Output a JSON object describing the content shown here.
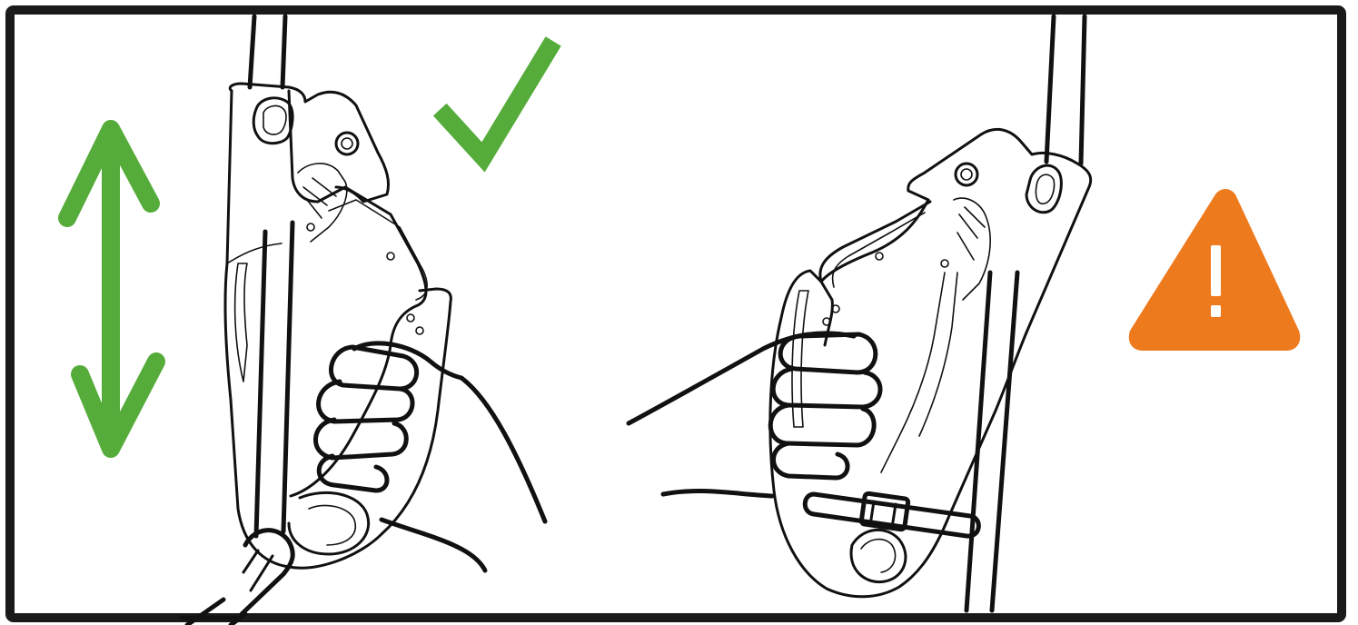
{
  "panels": [
    {
      "id": "correct-use",
      "status": "correct",
      "indicator_icon": "checkmark-icon",
      "motion_icon": "double-arrow-vertical-icon"
    },
    {
      "id": "incorrect-use",
      "status": "warning",
      "indicator_icon": "warning-triangle-icon"
    }
  ],
  "colors": {
    "frame": "#1a1a1a",
    "ok_green": "#55ac3a",
    "warning_orange": "#ee7a1e",
    "ink": "#111111",
    "background": "#ffffff"
  },
  "warning": {
    "symbol": "!"
  }
}
